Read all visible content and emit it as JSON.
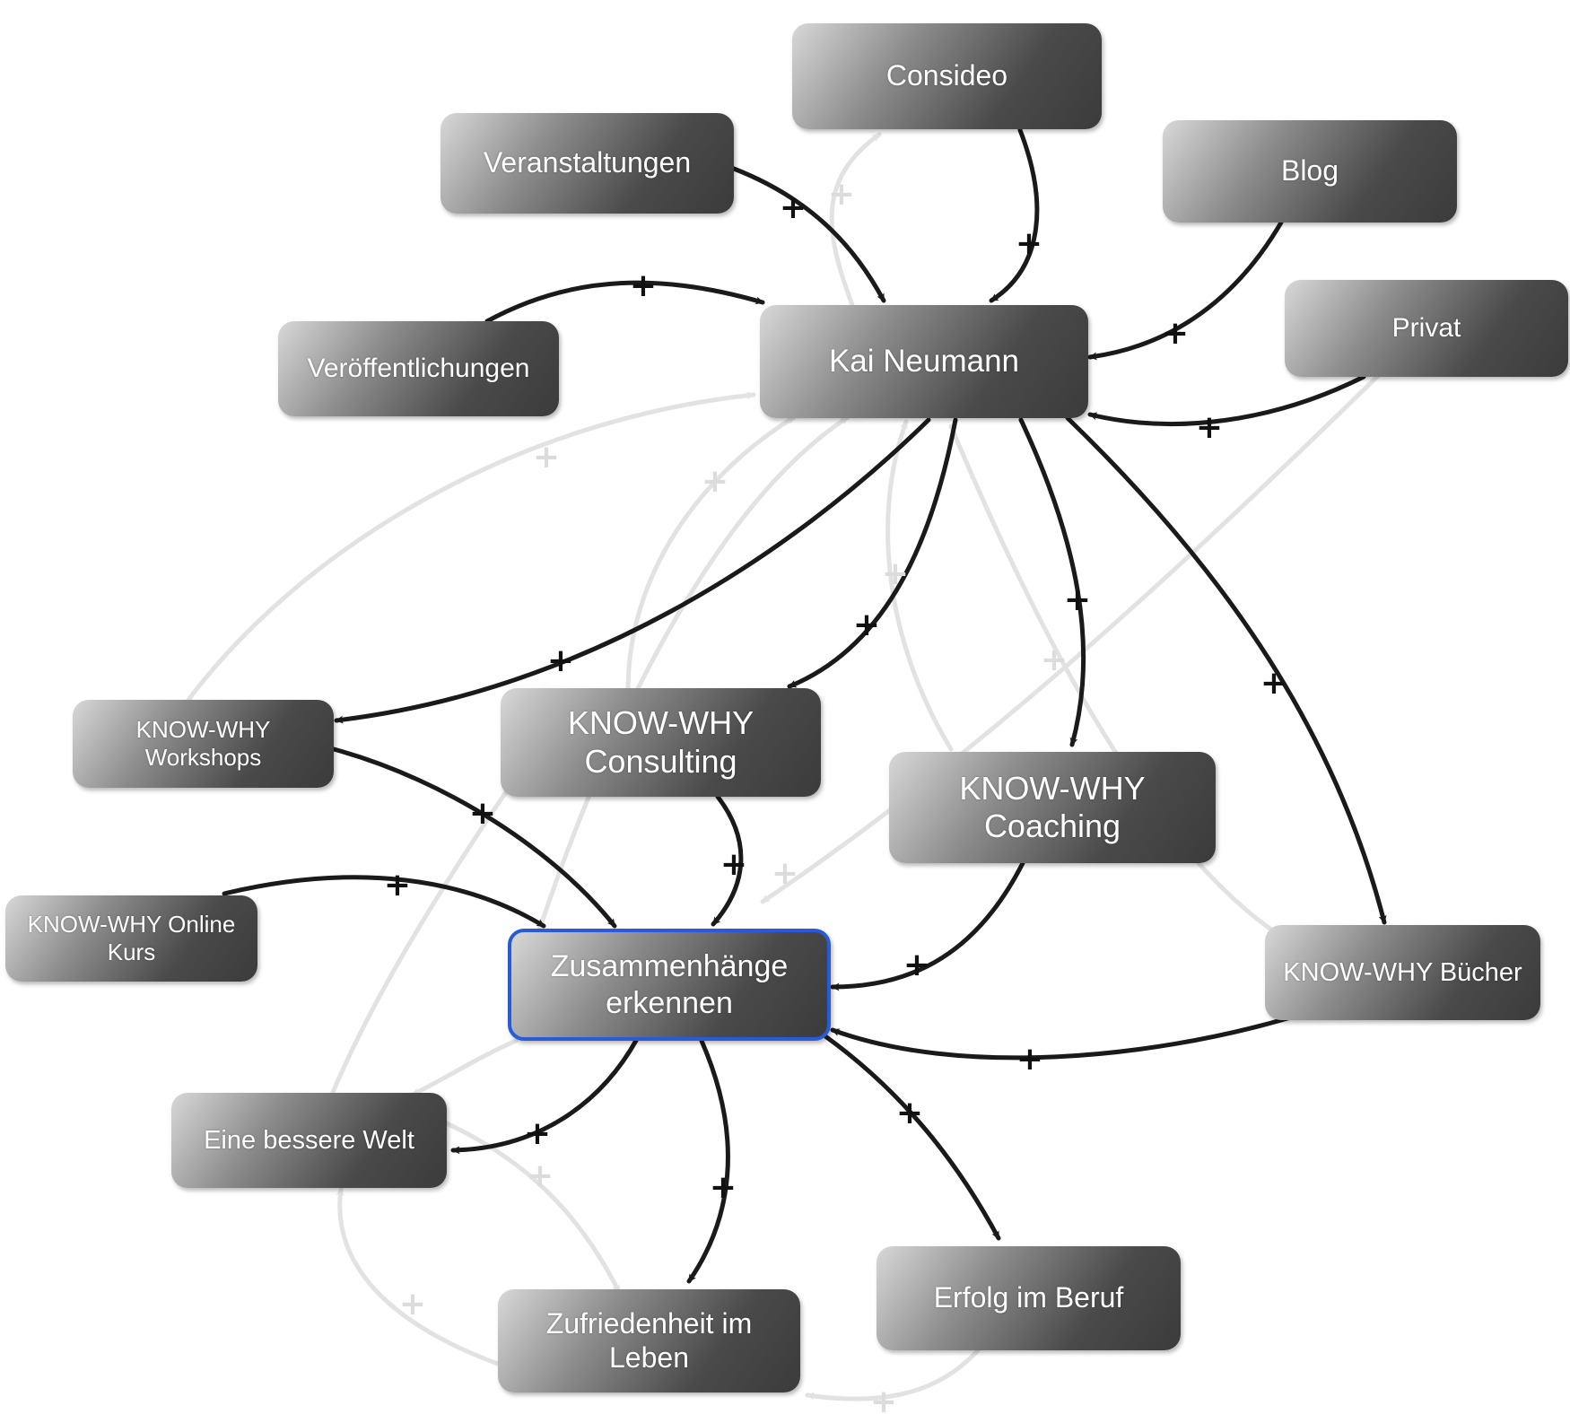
{
  "colors": {
    "strong_link": "#1a1a1a",
    "faint_link": "#e2e2e2",
    "selected_border": "#2a5bd7",
    "node_text": "#ffffff"
  },
  "nodes": {
    "considero": "Consideo",
    "veranstaltungen": "Veranstaltungen",
    "blog": "Blog",
    "veroeffentlichungen": "Veröffentlichungen",
    "kai": "Kai Neumann",
    "privat": "Privat",
    "workshops": "KNOW-WHY\nWorkshops",
    "consulting": "KNOW-WHY\nConsulting",
    "coaching": "KNOW-WHY\nCoaching",
    "online": "KNOW-WHY Online\nKurs",
    "zusammen": "Zusammenhänge\nerkennen",
    "buecher": "KNOW-WHY Bücher",
    "welt": "Eine bessere Welt",
    "erfolg": "Erfolg im Beruf",
    "zufrieden": "Zufriedenheit im\nLeben"
  },
  "link_sign": "+"
}
